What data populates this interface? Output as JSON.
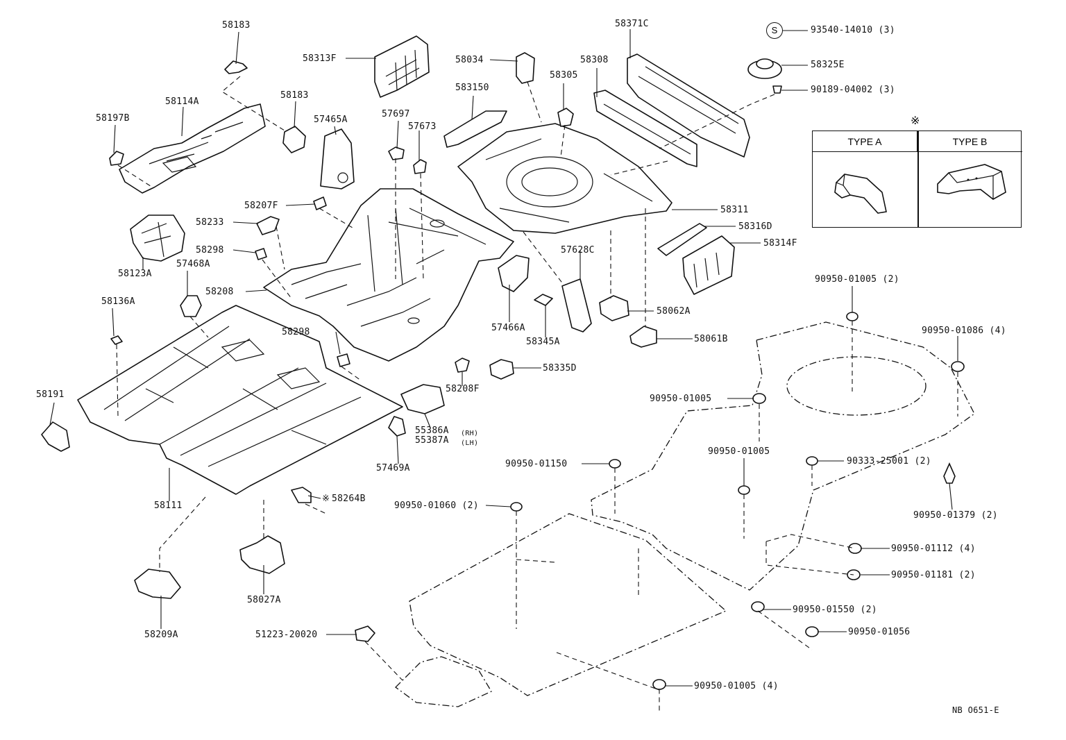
{
  "type_table": {
    "marker": "※",
    "type_a": "TYPE A",
    "type_b": "TYPE B"
  },
  "symbol_s": "S",
  "ref_code": "NB O651-E",
  "labels": {
    "l58183a": "58183",
    "l58183b": "58183",
    "l58114a": "58114A",
    "l58197b": "58197B",
    "l58313f": "58313F",
    "l57465a": "57465A",
    "l57697": "57697",
    "l57673": "57673",
    "l58207f": "58207F",
    "l58233": "58233",
    "l58298a": "58298",
    "l58123a": "58123A",
    "l57468a": "57468A",
    "l58208": "58208",
    "l58136a": "58136A",
    "l58298b": "58298",
    "l58191": "58191",
    "l58111": "58111",
    "l58264b": "58264B",
    "l58264b_mark": "※",
    "l58027a": "58027A",
    "l58209a": "58209A",
    "l51223": "51223-20020",
    "l58034": "58034",
    "l58315o": "583150",
    "l58305": "58305",
    "l58308": "58308",
    "l58371c": "58371C",
    "l93540": "93540-14010 (3)",
    "l58325e": "58325E",
    "l90189": "90189-04002 (3)",
    "l58311": "58311",
    "l58316d": "58316D",
    "l58314f": "58314F",
    "l57628c": "57628C",
    "l58062a": "58062A",
    "l58061b": "58061B",
    "l57466a": "57466A",
    "l58345a": "58345A",
    "l58335d": "58335D",
    "l58208f": "58208F",
    "l55386a": "55386A",
    "l55386a_sub": "(RH)",
    "l55387a": "55387A",
    "l55387a_sub": "(LH)",
    "l57469a": "57469A",
    "l90950_01005_2": "90950-01005 (2)",
    "l90950_01086": "90950-01086 (4)",
    "l90950_01005a": "90950-01005",
    "l90950_01005b": "90950-01005",
    "l90950_01150": "90950-01150",
    "l90333": "90333-25001 (2)",
    "l90950_01379": "90950-01379 (2)",
    "l90950_01060": "90950-01060 (2)",
    "l90950_01112": "90950-01112 (4)",
    "l90950_01181": "90950-01181 (2)",
    "l90950_01550": "90950-01550 (2)",
    "l90950_01056": "90950-01056",
    "l90950_01005_4": "90950-01005 (4)"
  }
}
